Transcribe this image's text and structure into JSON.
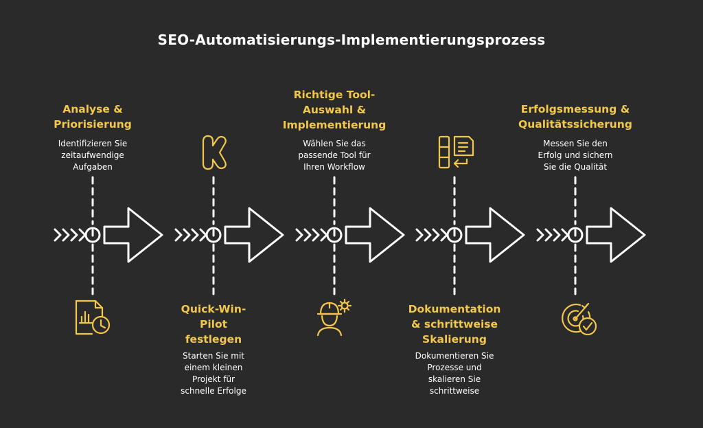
{
  "title": "SEO-Automatisierungs-Implementierungsprozess",
  "colors": {
    "background": "#2b2a2a",
    "accent": "#f2c84b",
    "text": "#ffffff"
  },
  "steps": [
    {
      "title_lines": [
        "Analyse &",
        "Priorisierung"
      ],
      "desc_lines": [
        "Identifizieren Sie",
        "zeitaufwendige",
        "Aufgaben"
      ],
      "icon": "document-chart-clock-icon"
    },
    {
      "title_lines": [
        "Quick-Win-",
        "Pilot",
        "festlegen"
      ],
      "desc_lines": [
        "Starten Sie mit",
        "einem kleinen",
        "Projekt für",
        "schnelle Erfolge"
      ],
      "icon": "k-logo-icon"
    },
    {
      "title_lines": [
        "Richtige Tool-",
        "Auswahl &",
        "Implementierung"
      ],
      "desc_lines": [
        "Wählen Sie das",
        "passende Tool für",
        "Ihren Workflow"
      ],
      "icon": "worker-gear-icon"
    },
    {
      "title_lines": [
        "Dokumentation",
        "& schrittweise",
        "Skalierung"
      ],
      "desc_lines": [
        "Dokumentieren Sie",
        "Prozesse und",
        "skalieren Sie",
        "schrittweise"
      ],
      "icon": "document-stack-icon"
    },
    {
      "title_lines": [
        "Erfolgsmessung &",
        "Qualitätssicherung"
      ],
      "desc_lines": [
        "Messen Sie den",
        "Erfolg und sichern",
        "Sie die Qualität"
      ],
      "icon": "target-check-icon"
    }
  ]
}
